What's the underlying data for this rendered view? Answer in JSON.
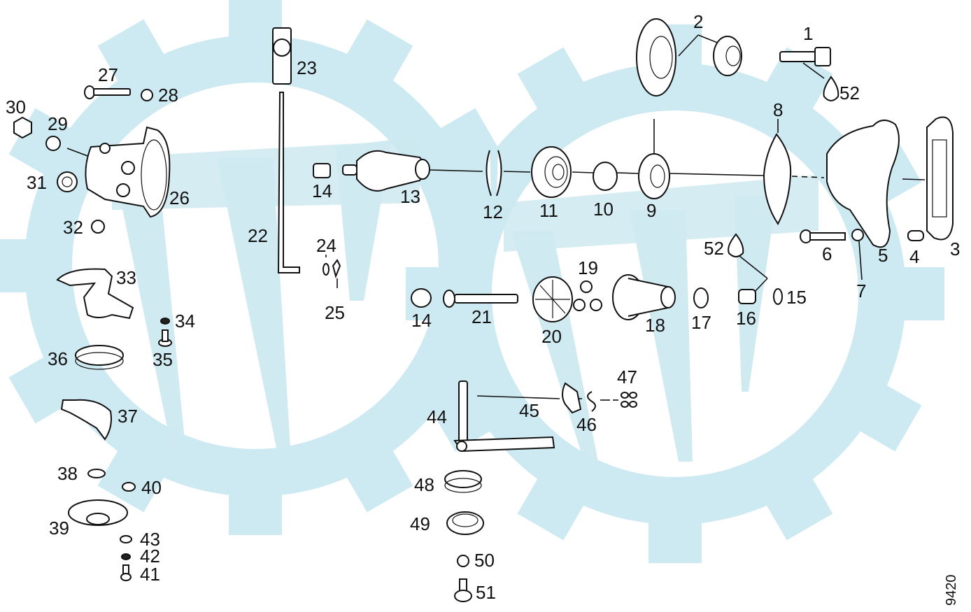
{
  "watermark": {
    "color": "#cde9f1",
    "label": "gear-watermark"
  },
  "drawing_number": "9420",
  "parts": [
    {
      "id": "1",
      "label": "1"
    },
    {
      "id": "2",
      "label": "2"
    },
    {
      "id": "3",
      "label": "3"
    },
    {
      "id": "4",
      "label": "4"
    },
    {
      "id": "5",
      "label": "5"
    },
    {
      "id": "6",
      "label": "6"
    },
    {
      "id": "7",
      "label": "7"
    },
    {
      "id": "8",
      "label": "8"
    },
    {
      "id": "9",
      "label": "9"
    },
    {
      "id": "10",
      "label": "10"
    },
    {
      "id": "11",
      "label": "11"
    },
    {
      "id": "12",
      "label": "12"
    },
    {
      "id": "13",
      "label": "13"
    },
    {
      "id": "14a",
      "label": "14"
    },
    {
      "id": "14b",
      "label": "14"
    },
    {
      "id": "15",
      "label": "15"
    },
    {
      "id": "16",
      "label": "16"
    },
    {
      "id": "17",
      "label": "17"
    },
    {
      "id": "18",
      "label": "18"
    },
    {
      "id": "19",
      "label": "19"
    },
    {
      "id": "20",
      "label": "20"
    },
    {
      "id": "21",
      "label": "21"
    },
    {
      "id": "22",
      "label": "22"
    },
    {
      "id": "23",
      "label": "23"
    },
    {
      "id": "24",
      "label": "24"
    },
    {
      "id": "25",
      "label": "25"
    },
    {
      "id": "26",
      "label": "26"
    },
    {
      "id": "27",
      "label": "27"
    },
    {
      "id": "28",
      "label": "28"
    },
    {
      "id": "29",
      "label": "29"
    },
    {
      "id": "30",
      "label": "30"
    },
    {
      "id": "31",
      "label": "31"
    },
    {
      "id": "32",
      "label": "32"
    },
    {
      "id": "33",
      "label": "33"
    },
    {
      "id": "34",
      "label": "34"
    },
    {
      "id": "35",
      "label": "35"
    },
    {
      "id": "36",
      "label": "36"
    },
    {
      "id": "37",
      "label": "37"
    },
    {
      "id": "38",
      "label": "38"
    },
    {
      "id": "39",
      "label": "39"
    },
    {
      "id": "40",
      "label": "40"
    },
    {
      "id": "41",
      "label": "41"
    },
    {
      "id": "42",
      "label": "42"
    },
    {
      "id": "43",
      "label": "43"
    },
    {
      "id": "44",
      "label": "44"
    },
    {
      "id": "45",
      "label": "45"
    },
    {
      "id": "46",
      "label": "46"
    },
    {
      "id": "47",
      "label": "47"
    },
    {
      "id": "48",
      "label": "48"
    },
    {
      "id": "49",
      "label": "49"
    },
    {
      "id": "50",
      "label": "50"
    },
    {
      "id": "51",
      "label": "51"
    },
    {
      "id": "52a",
      "label": "52"
    },
    {
      "id": "52b",
      "label": "52"
    }
  ]
}
